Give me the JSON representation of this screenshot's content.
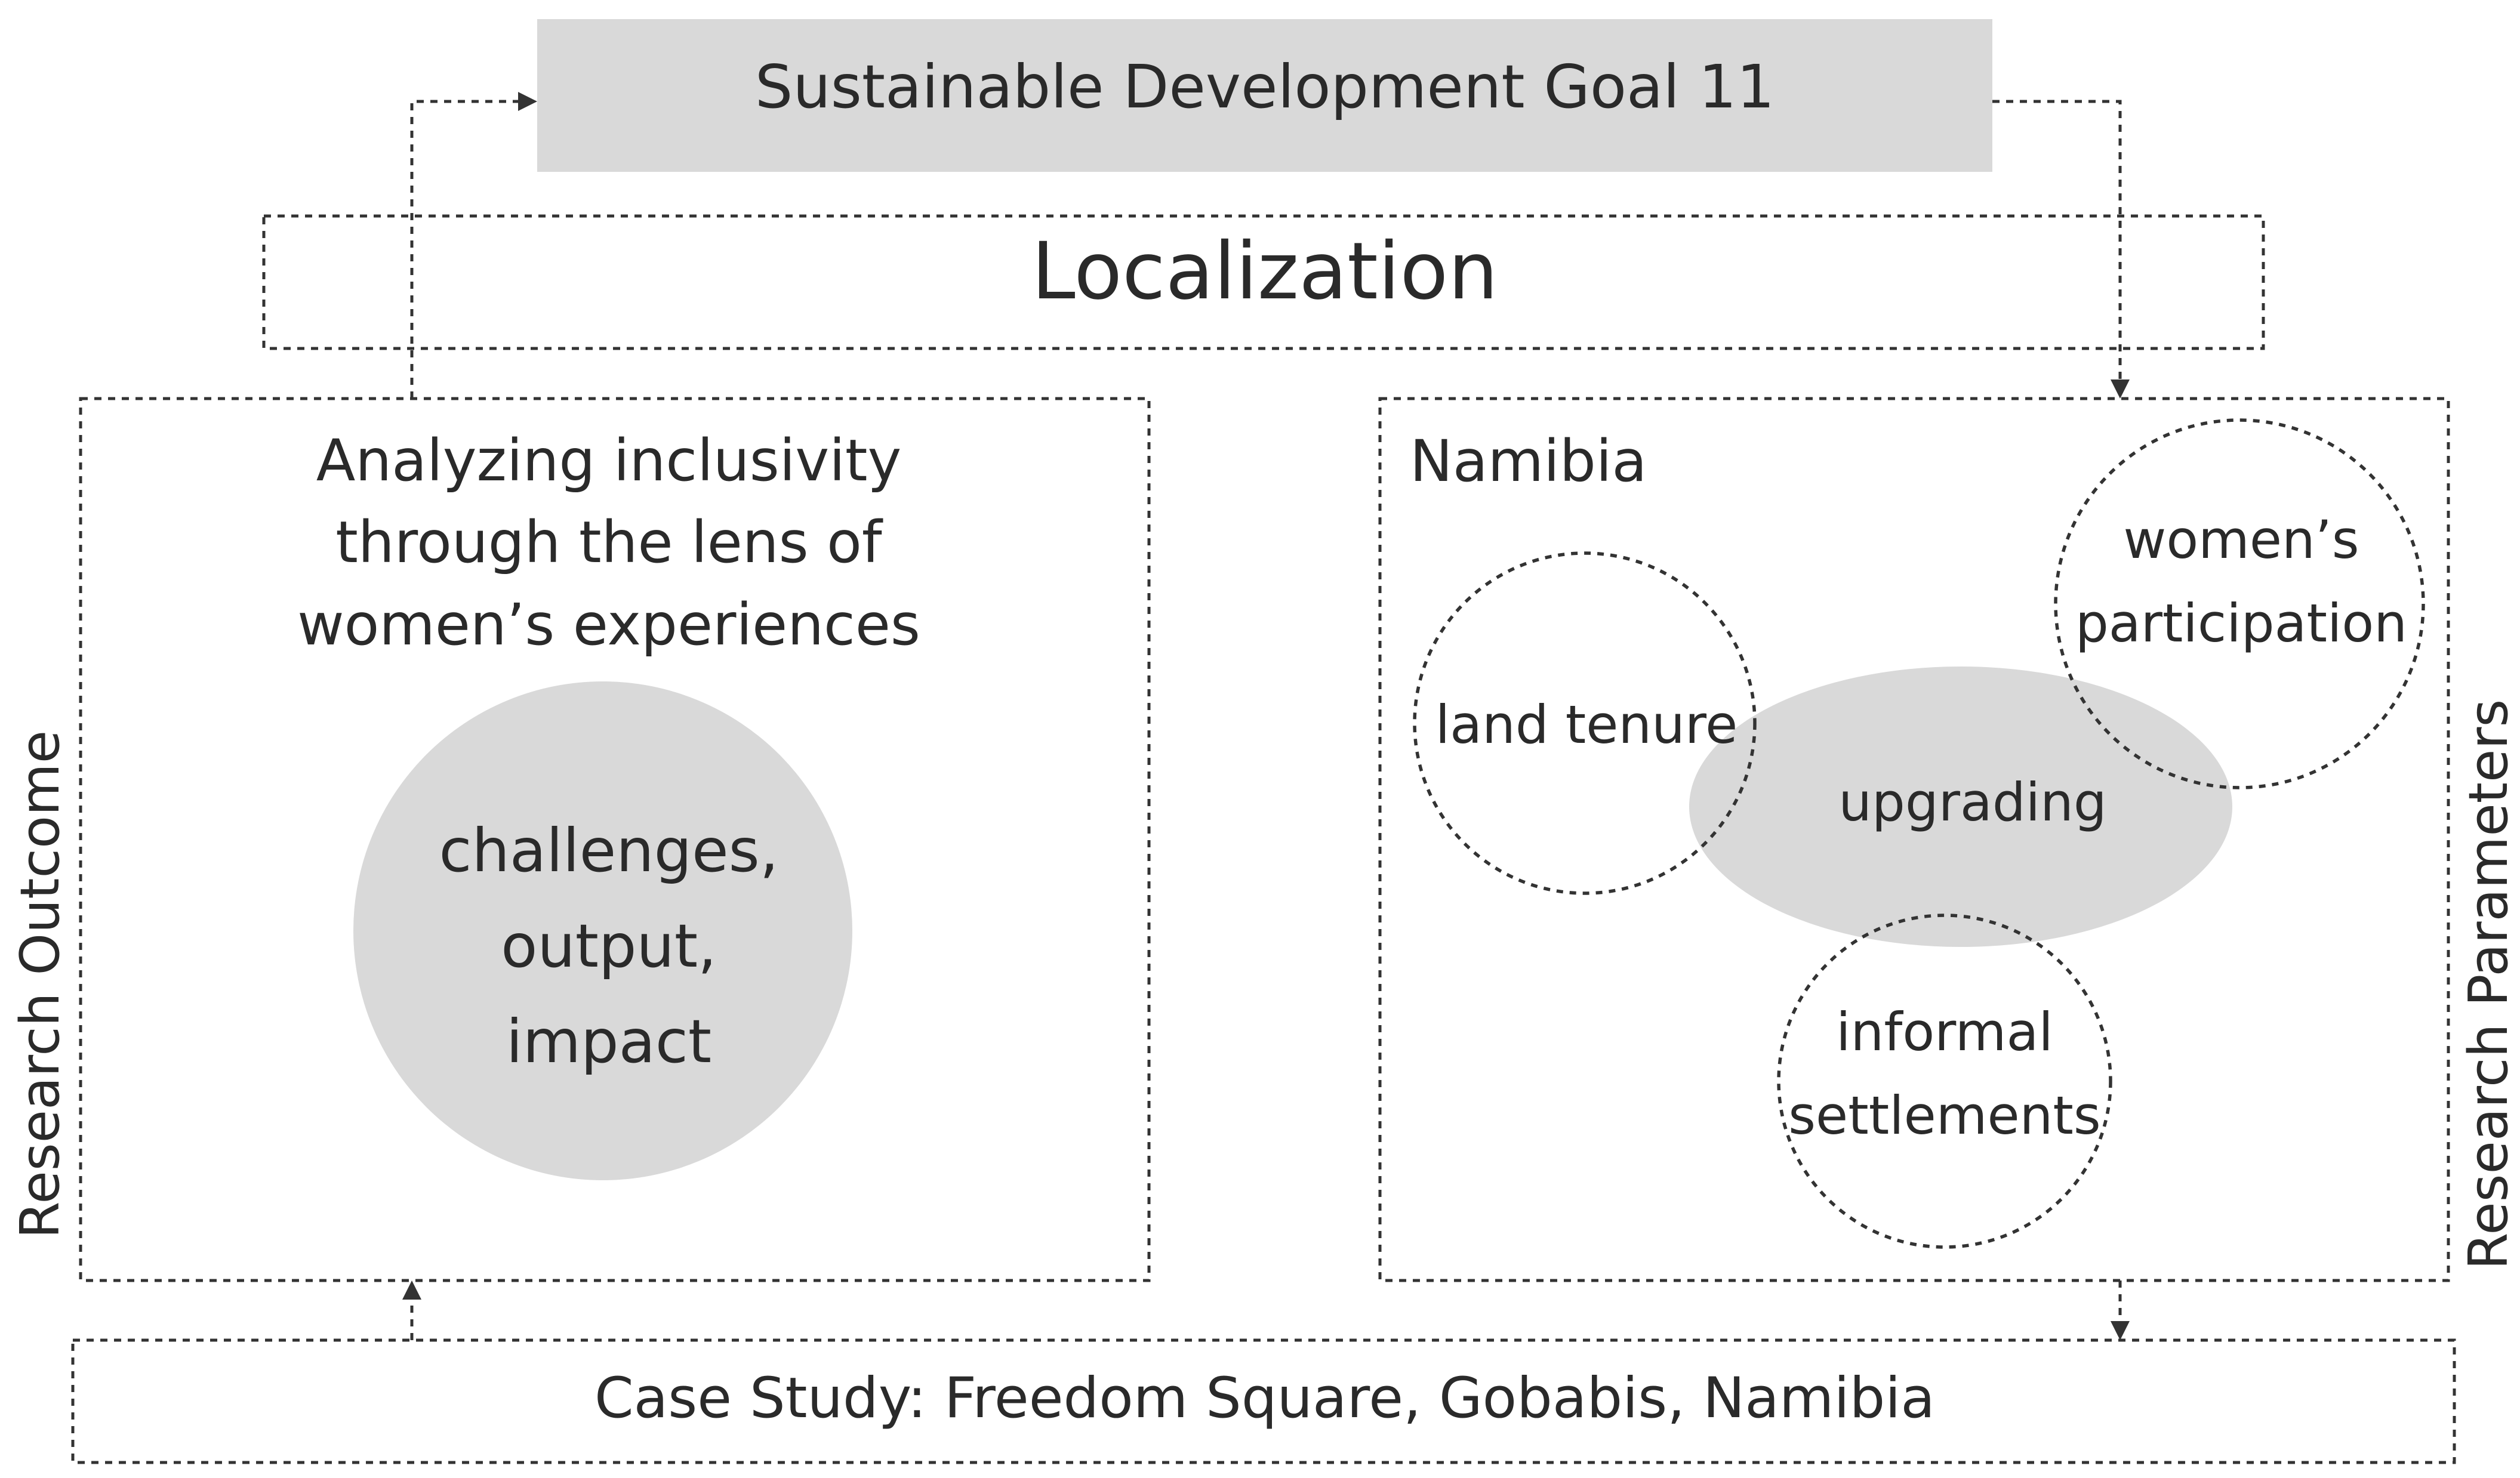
{
  "colors": {
    "gray_fill": "#d9d9d9",
    "stroke": "#333333",
    "text": "#2a2a2a"
  },
  "sdg": {
    "label": "Sustainable Development Goal 11"
  },
  "localization": {
    "label": "Localization"
  },
  "outcome_panel": {
    "side_label": "Research Outcome",
    "heading_lines": [
      "Analyzing inclusivity",
      "through the lens of",
      "women’s experiences"
    ],
    "circle_lines": [
      "challenges,",
      "output,",
      "impact"
    ]
  },
  "parameters_panel": {
    "side_label": "Research Parameters",
    "heading": "Namibia",
    "land_tenure": "land tenure",
    "womens_participation_lines": [
      "women’s",
      "participation"
    ],
    "upgrading": "upgrading",
    "informal_settlements_lines": [
      "informal",
      "settlements"
    ]
  },
  "case_study": {
    "label": "Case Study: Freedom Square, Gobabis, Namibia"
  }
}
